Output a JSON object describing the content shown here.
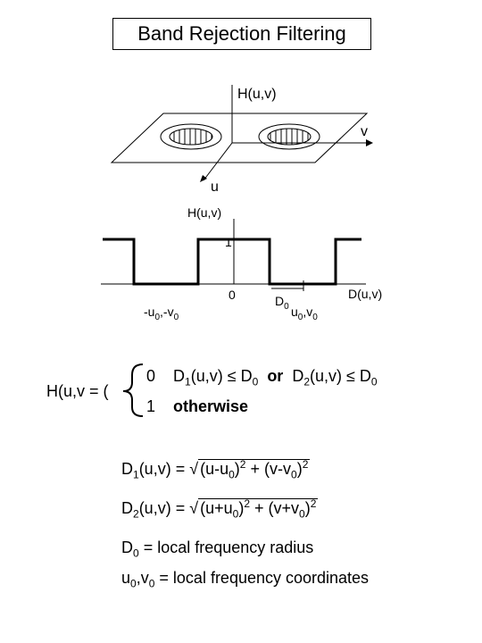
{
  "title": "Band Rejection Filtering",
  "fig3d": {
    "axis_h": "H(u,v)",
    "axis_v": "v",
    "axis_u": "u"
  },
  "profile": {
    "ylabel": "H(u,v)",
    "tick_one": "1",
    "tick_zero": "0",
    "label_neg": "-u",
    "label_neg_sub1": "0",
    "label_neg_mid": ",-v",
    "label_neg_sub2": "0",
    "label_d": "D",
    "label_d_sub": "0",
    "label_pos": "u",
    "label_pos_sub1": "0",
    "label_pos_mid": ",v",
    "label_pos_sub2": "0",
    "xlabel": "D(u,v)"
  },
  "piecewise": {
    "lhs": "H(u,v = (",
    "case1_value": "0",
    "case1_cond_a": "D",
    "case1_cond_a_sub": "1",
    "case1_cond_b": "(u,v) ≤ D",
    "case1_cond_b_sub": "0",
    "case1_or": "or",
    "case1_cond_c": "D",
    "case1_cond_c_sub": "2",
    "case1_cond_d": "(u,v) ≤ D",
    "case1_cond_d_sub": "0",
    "case2_value": "1",
    "case2_cond": "otherwise"
  },
  "d1": {
    "lhs": "D",
    "lhs_sub": "1",
    "lhs_rest": "(u,v) = ",
    "sqrt": "√",
    "r1": "(u-u",
    "r1_sub": "0",
    "r1_end": ")",
    "r1_sup": "2",
    "r2": " + (v-v",
    "r2_sub": "0",
    "r2_end": ")",
    "r2_sup": "2"
  },
  "d2": {
    "lhs": "D",
    "lhs_sub": "2",
    "lhs_rest": "(u,v) = ",
    "sqrt": "√",
    "r1": "(u+u",
    "r1_sub": "0",
    "r1_end": ")",
    "r1_sup": "2",
    "r2": " + (v+v",
    "r2_sub": "0",
    "r2_end": ")",
    "r2_sup": "2"
  },
  "def_d0": {
    "sym": "D",
    "sym_sub": "0",
    "text": " = local frequency radius"
  },
  "def_uv": {
    "u": "u",
    "u_sub": "0",
    "mid": ",v",
    "v_sub": "0",
    "text": " = local frequency coordinates"
  }
}
